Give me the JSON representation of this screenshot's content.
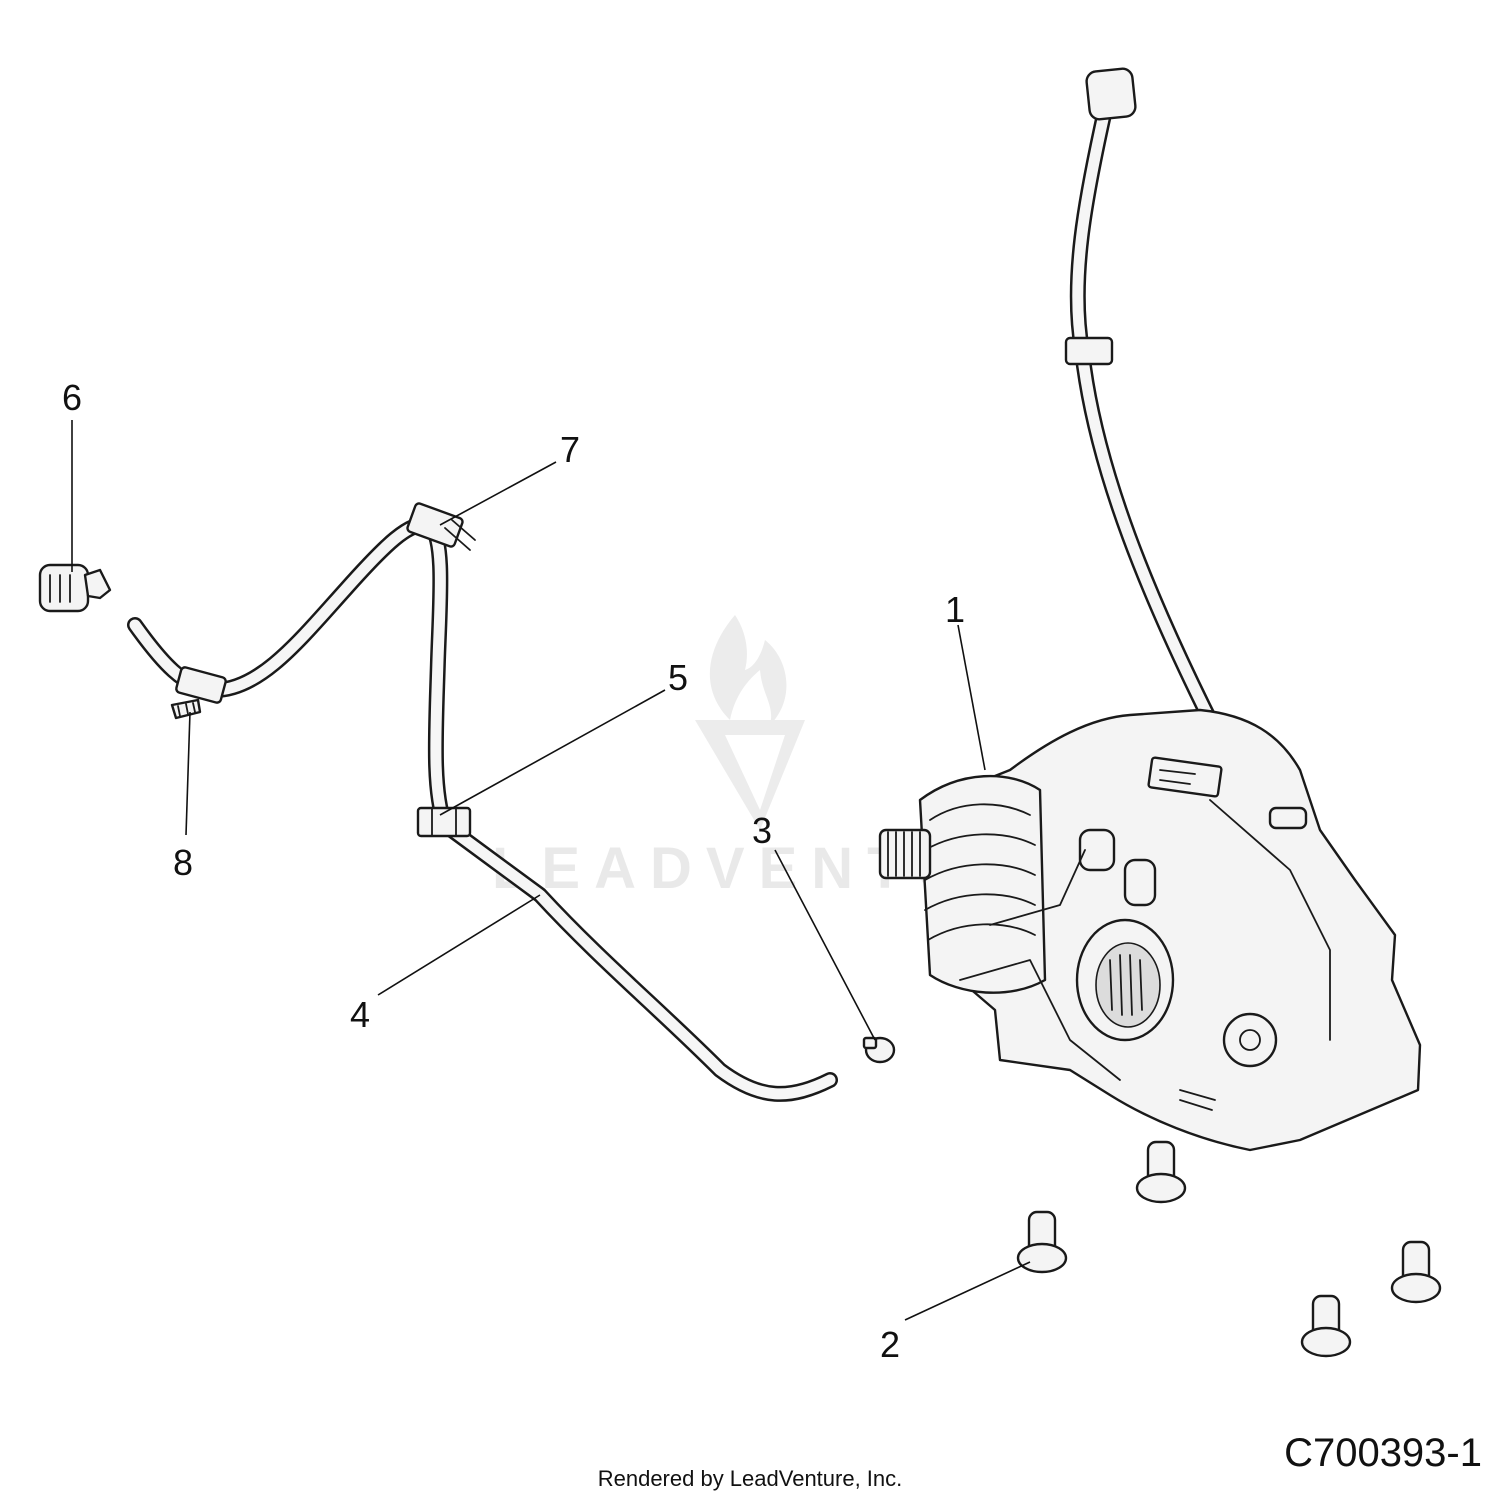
{
  "diagram": {
    "id_label": "C700393-1",
    "credit": "Rendered by LeadVenture, Inc.",
    "watermark": "LEADVENTURE",
    "callouts": [
      {
        "num": "1",
        "part": "front gearcase"
      },
      {
        "num": "2",
        "part": "mounting bolt"
      },
      {
        "num": "3",
        "part": "hose clamp"
      },
      {
        "num": "4",
        "part": "vent hose"
      },
      {
        "num": "5",
        "part": "hose clip"
      },
      {
        "num": "6",
        "part": "vent fitting"
      },
      {
        "num": "7",
        "part": "hose clip"
      },
      {
        "num": "8",
        "part": "push rivet"
      }
    ],
    "colors": {
      "line": "#111111",
      "part_fill": "#f4f4f4",
      "watermark": "#e9e9e9"
    }
  }
}
